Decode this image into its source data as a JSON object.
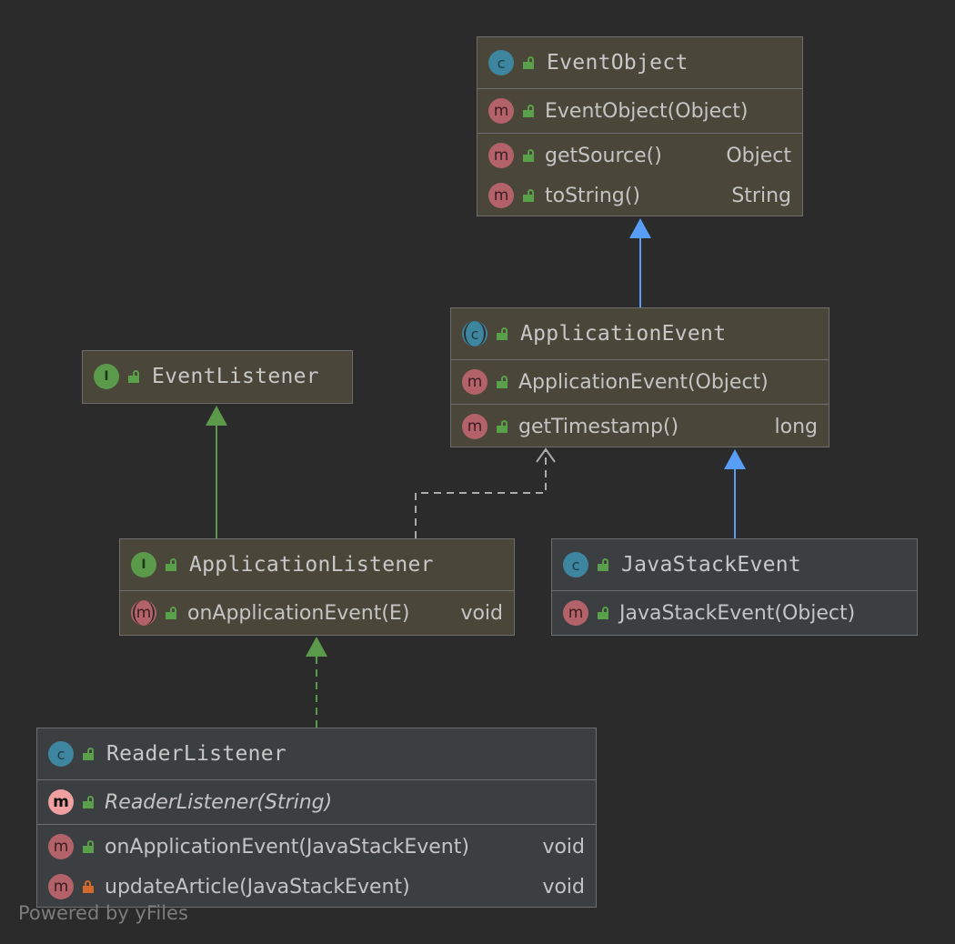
{
  "colors": {
    "background": "#2b2b2b",
    "extends_edge": "#589df6",
    "interface_extends_edge": "#5b9a4b",
    "implements_edge": "#5b9a4b",
    "dependency_edge": "#aaaaaa",
    "class_badge": "#3e86a0",
    "interface_badge": "#5b9a4b",
    "method_badge": "#b4626a"
  },
  "nodes": {
    "event_object": {
      "kind": "class",
      "name": "EventObject",
      "constructors": [
        {
          "name": "EventObject(Object)",
          "type": ""
        }
      ],
      "methods": [
        {
          "name": "getSource()",
          "type": "Object"
        },
        {
          "name": "toString()",
          "type": "String"
        }
      ]
    },
    "application_event": {
      "kind": "abstract-class",
      "name": "ApplicationEvent",
      "constructors": [
        {
          "name": "ApplicationEvent(Object)",
          "type": ""
        }
      ],
      "methods": [
        {
          "name": "getTimestamp()",
          "type": "long"
        }
      ]
    },
    "event_listener": {
      "kind": "interface",
      "name": "EventListener"
    },
    "application_listener": {
      "kind": "interface",
      "name": "ApplicationListener",
      "methods": [
        {
          "name": "onApplicationEvent(E)",
          "type": "void"
        }
      ]
    },
    "java_stack_event": {
      "kind": "class",
      "name": "JavaStackEvent",
      "constructors": [
        {
          "name": "JavaStackEvent(Object)",
          "type": ""
        }
      ]
    },
    "reader_listener": {
      "kind": "class",
      "name": "ReaderListener",
      "constructors": [
        {
          "name": "ReaderListener(String)",
          "type": ""
        }
      ],
      "methods": [
        {
          "name": "onApplicationEvent(JavaStackEvent)",
          "type": "void"
        },
        {
          "name": "updateArticle(JavaStackEvent)",
          "type": "void"
        }
      ]
    }
  },
  "relations": [
    {
      "from": "ApplicationEvent",
      "to": "EventObject",
      "type": "extends"
    },
    {
      "from": "JavaStackEvent",
      "to": "ApplicationEvent",
      "type": "extends"
    },
    {
      "from": "ApplicationListener",
      "to": "EventListener",
      "type": "extends"
    },
    {
      "from": "ReaderListener",
      "to": "ApplicationListener",
      "type": "implements"
    },
    {
      "from": "ApplicationListener",
      "to": "ApplicationEvent",
      "type": "dependency"
    }
  ],
  "footer": "Powered by yFiles",
  "icons": {
    "class": "class-icon",
    "interface": "interface-icon",
    "method": "method-icon",
    "public": "public-lock-icon",
    "private": "private-lock-icon"
  }
}
